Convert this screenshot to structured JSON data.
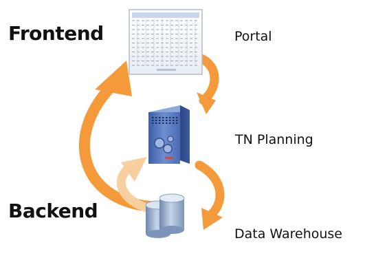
{
  "labels": {
    "frontend": "Frontend",
    "backend": "Backend",
    "portal": "Portal",
    "tn_planning": "TN Planning",
    "data_warehouse": "Data Warehouse"
  },
  "colors": {
    "arrow": "#f59a3a",
    "arrow_faded": "#f8cf9e",
    "server": "#5877b8",
    "database": "#8aa0bf"
  },
  "icons": [
    "portal-report-icon",
    "server-icon",
    "database-icon"
  ]
}
